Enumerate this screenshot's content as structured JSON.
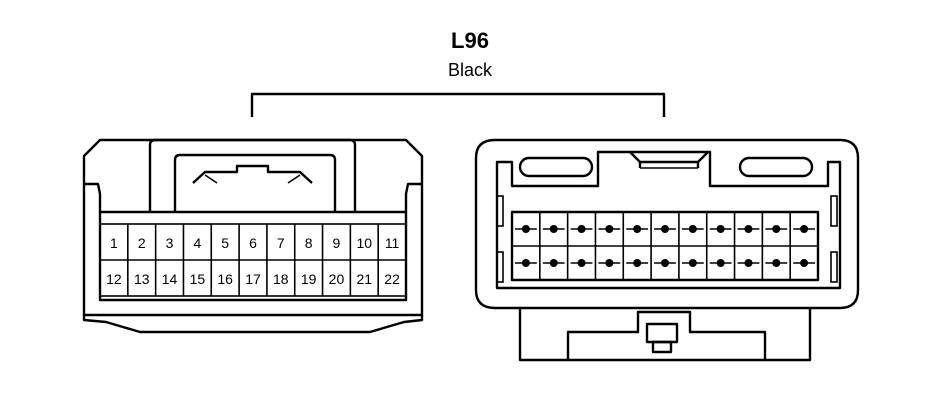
{
  "connector": {
    "id": "L96",
    "color": "Black"
  },
  "female_view": {
    "top_row_pins": [
      "1",
      "2",
      "3",
      "4",
      "5",
      "6",
      "7",
      "8",
      "9",
      "10",
      "11"
    ],
    "bottom_row_pins": [
      "12",
      "13",
      "14",
      "15",
      "16",
      "17",
      "18",
      "19",
      "20",
      "21",
      "22"
    ]
  },
  "male_view": {
    "rows": 2,
    "columns": 11,
    "pin_marker": "filled-dot"
  },
  "colors": {
    "line": "#000000",
    "background": "#ffffff"
  }
}
